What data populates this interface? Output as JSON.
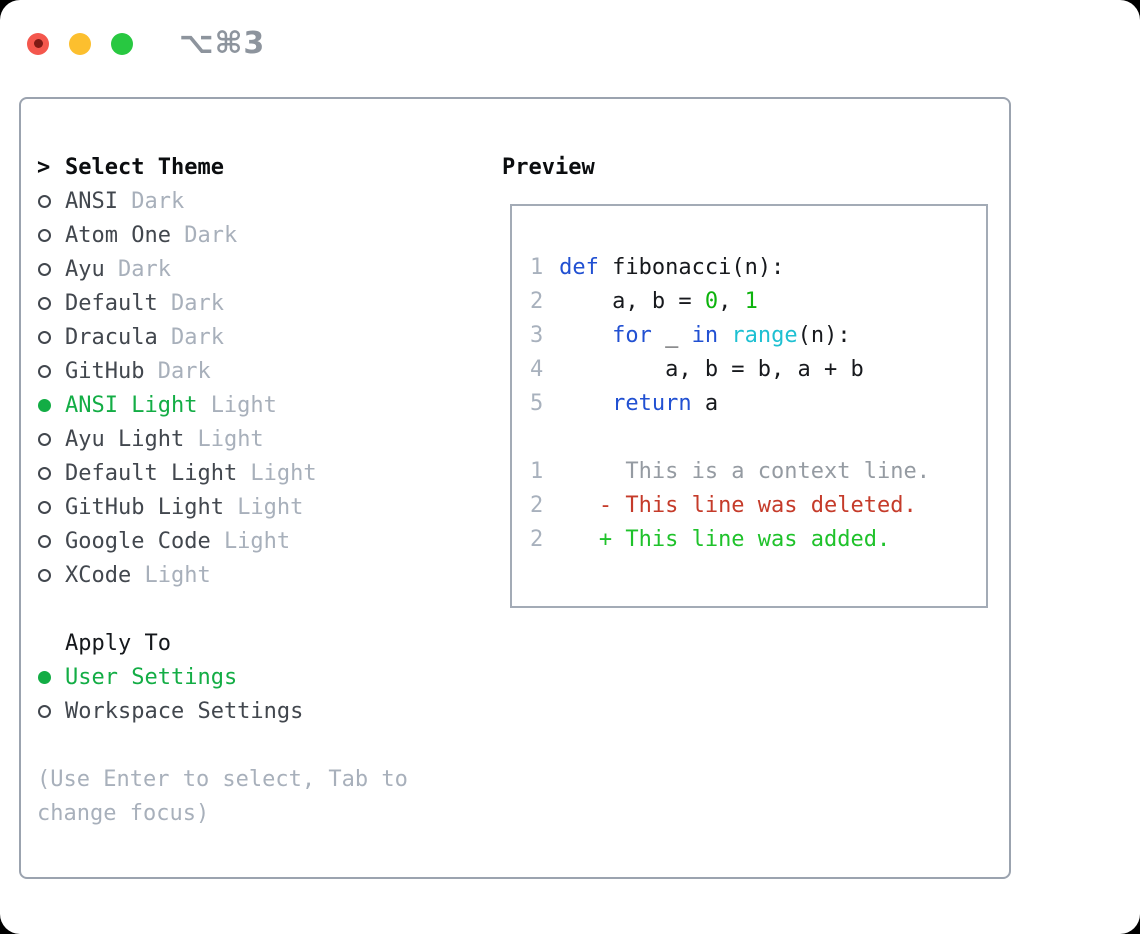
{
  "window": {
    "shortcut": "⌥⌘3"
  },
  "colors": {
    "traffic_close": "#f4574d",
    "traffic_close_dot": "#7e1a15",
    "traffic_minimize": "#fcbf2e",
    "traffic_maximize": "#28c841",
    "window_border": "#9ba3af",
    "preview_border": "#a3abb6",
    "text_dark": "#42474e",
    "text_muted": "#a8b0bb",
    "accent_green": "#13ad45",
    "code_keyword_blue": "#2150d2",
    "code_builtin_cyan": "#1ec0d2",
    "code_number_green": "#0db30d",
    "diff_deleted_red": "#c53b2a",
    "diff_added_green": "#1fc22b"
  },
  "theme_panel": {
    "title_marker": ">",
    "title": "Select Theme",
    "items": [
      {
        "label": "ANSI",
        "variant": "Dark",
        "selected": false
      },
      {
        "label": "Atom One",
        "variant": "Dark",
        "selected": false
      },
      {
        "label": "Ayu",
        "variant": "Dark",
        "selected": false
      },
      {
        "label": "Default",
        "variant": "Dark",
        "selected": false
      },
      {
        "label": "Dracula",
        "variant": "Dark",
        "selected": false
      },
      {
        "label": "GitHub",
        "variant": "Dark",
        "selected": false
      },
      {
        "label": "ANSI Light",
        "variant": "Light",
        "selected": true
      },
      {
        "label": "Ayu Light",
        "variant": "Light",
        "selected": false
      },
      {
        "label": "Default Light",
        "variant": "Light",
        "selected": false
      },
      {
        "label": "GitHub Light",
        "variant": "Light",
        "selected": false
      },
      {
        "label": "Google Code",
        "variant": "Light",
        "selected": false
      },
      {
        "label": "XCode",
        "variant": "Light",
        "selected": false
      }
    ],
    "apply_to": {
      "title": "Apply To",
      "options": [
        {
          "label": "User Settings",
          "selected": true
        },
        {
          "label": "Workspace Settings",
          "selected": false
        }
      ]
    },
    "help_lines": [
      "(Use Enter to select, Tab to",
      "change focus)"
    ]
  },
  "preview": {
    "title": "Preview",
    "code_lines": [
      {
        "num": "1",
        "segments": [
          {
            "text": "def",
            "color": "keyword"
          },
          {
            "text": " fibonacci(n):",
            "color": "fg"
          }
        ]
      },
      {
        "num": "2",
        "segments": [
          {
            "text": "    a, b = ",
            "color": "fg"
          },
          {
            "text": "0",
            "color": "number"
          },
          {
            "text": ", ",
            "color": "fg"
          },
          {
            "text": "1",
            "color": "number"
          }
        ]
      },
      {
        "num": "3",
        "segments": [
          {
            "text": "    ",
            "color": "fg"
          },
          {
            "text": "for",
            "color": "keyword"
          },
          {
            "text": " _ ",
            "color": "fg"
          },
          {
            "text": "in",
            "color": "keyword"
          },
          {
            "text": " ",
            "color": "fg"
          },
          {
            "text": "range",
            "color": "builtin"
          },
          {
            "text": "(n):",
            "color": "fg"
          }
        ]
      },
      {
        "num": "4",
        "segments": [
          {
            "text": "        a, b = b, a + b",
            "color": "fg"
          }
        ]
      },
      {
        "num": "5",
        "segments": [
          {
            "text": "    ",
            "color": "fg"
          },
          {
            "text": "return",
            "color": "keyword"
          },
          {
            "text": " a",
            "color": "fg"
          }
        ]
      },
      {
        "num": "",
        "segments": []
      },
      {
        "num": "1",
        "segments": [
          {
            "text": "     This is a context line.",
            "color": "muted"
          }
        ]
      },
      {
        "num": "2",
        "segments": [
          {
            "text": "   - This line was deleted.",
            "color": "deleted"
          }
        ]
      },
      {
        "num": "2",
        "segments": [
          {
            "text": "   + This line was added.",
            "color": "added"
          }
        ]
      }
    ]
  }
}
